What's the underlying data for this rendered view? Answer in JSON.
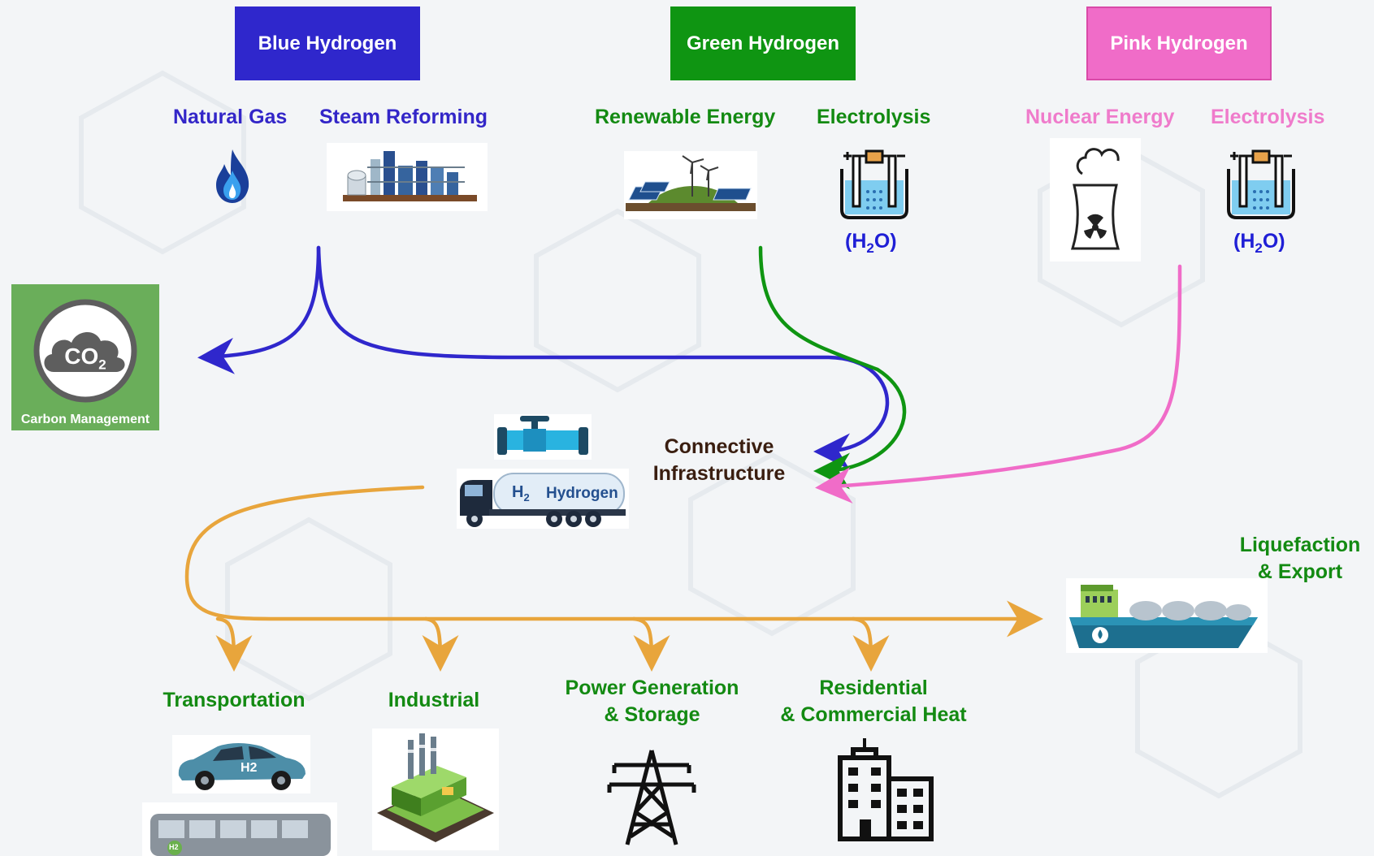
{
  "sources": {
    "blue": {
      "title": "Blue Hydrogen",
      "color": "#2f27cc",
      "labels": [
        "Natural Gas",
        "Steam Reforming"
      ]
    },
    "green": {
      "title": "Green Hydrogen",
      "color": "#0f9512",
      "labels": [
        "Renewable Energy",
        "Electrolysis"
      ],
      "water": {
        "a": "(H",
        "sub": "2",
        "b": "O)"
      }
    },
    "pink": {
      "title": "Pink Hydrogen",
      "color": "#f06cc8",
      "labels": [
        "Nuclear Energy",
        "Electrolysis"
      ],
      "water": {
        "a": "(H",
        "sub": "2",
        "b": "O)"
      }
    }
  },
  "carbon": {
    "label": "Carbon Management",
    "icon_text": "CO",
    "icon_sub": "2"
  },
  "infrastructure": {
    "line1": "Connective",
    "line2": "Infrastructure",
    "truck_h2": "H",
    "truck_h2_sub": "2",
    "truck_label": "Hydrogen"
  },
  "export": {
    "line1": "Liquefaction",
    "line2": "& Export"
  },
  "uses": [
    {
      "line1": "Transportation",
      "line2": "",
      "car_badge": "H2",
      "bus_badge": "H2"
    },
    {
      "line1": "Industrial",
      "line2": ""
    },
    {
      "line1": "Power Generation",
      "line2": "& Storage"
    },
    {
      "line1": "Residential",
      "line2": "& Commercial Heat"
    }
  ],
  "colors": {
    "blue": "#2f27cc",
    "green": "#0f9512",
    "pink": "#f06cc8",
    "orange": "#e8a53c",
    "carbon_bg": "#6aae5a",
    "pipe": "#29b3e0"
  },
  "icons": [
    "flame-icon",
    "refinery-icon",
    "renewable-farm-icon",
    "electrolysis-cell-icon",
    "nuclear-plant-icon",
    "co2-cloud-icon",
    "pipeline-icon",
    "hydrogen-truck-icon",
    "lng-ship-icon",
    "car-icon",
    "bus-icon",
    "factory-icon",
    "transmission-tower-icon",
    "buildings-icon"
  ]
}
